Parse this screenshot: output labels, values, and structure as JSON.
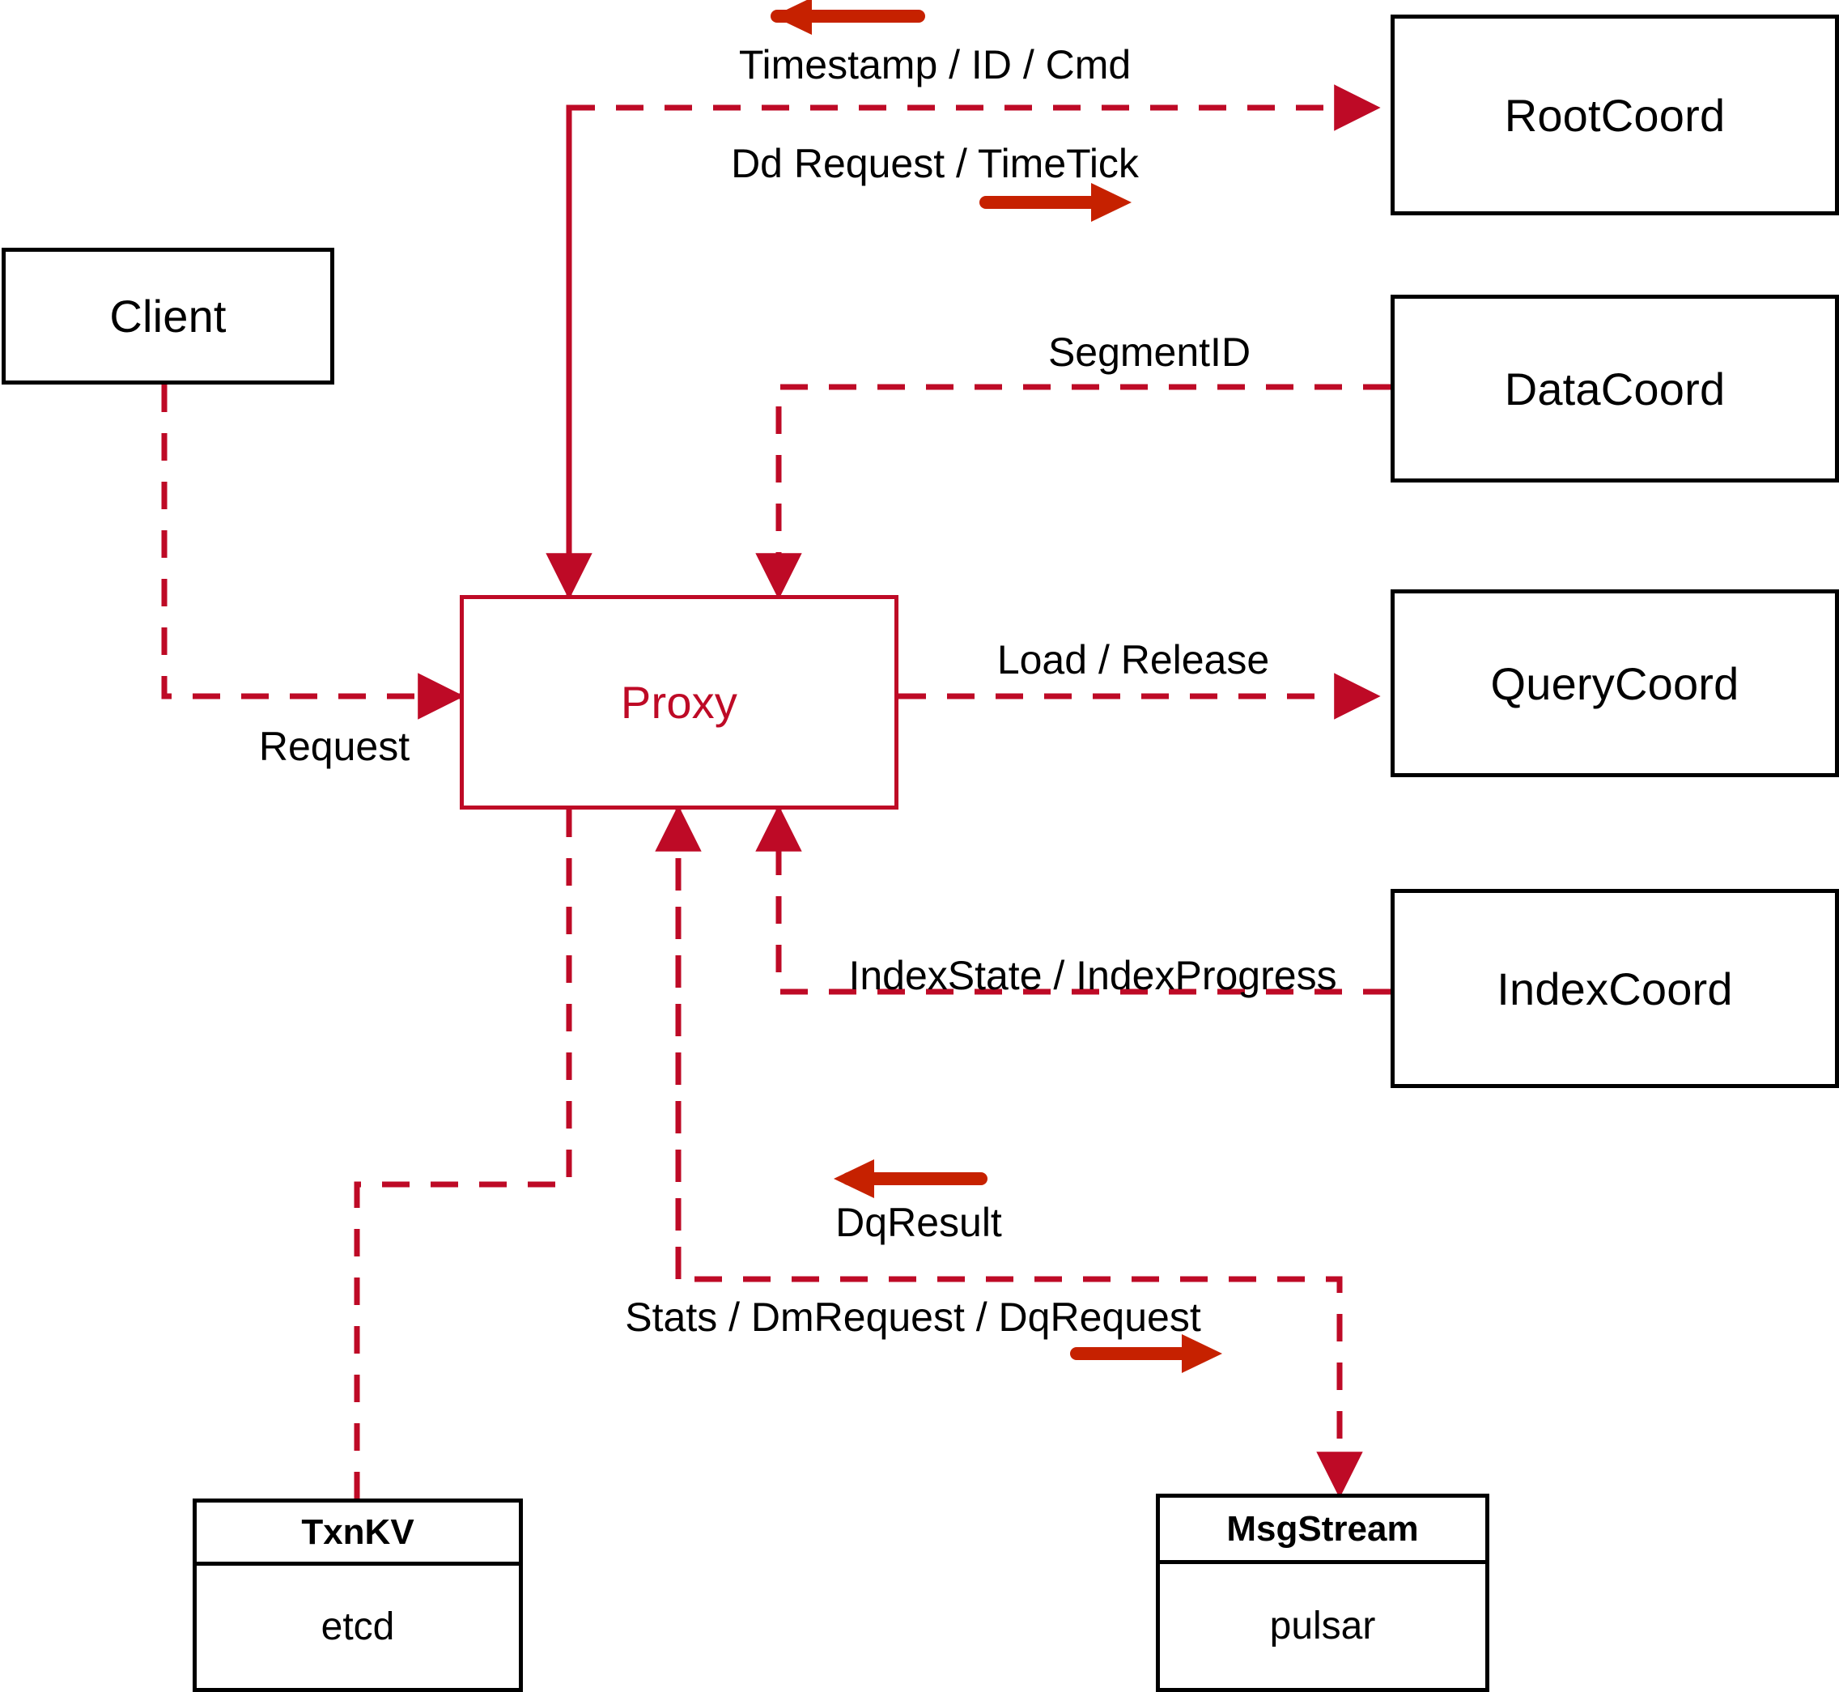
{
  "diagram": {
    "title": "Proxy architecture",
    "colors": {
      "connector_red": "#BE0A26",
      "arrow_red": "#C62100",
      "node_border": "#000000",
      "background": "#FFFFFF"
    },
    "nodes": [
      {
        "id": "client",
        "label": "Client",
        "style": "black"
      },
      {
        "id": "proxy",
        "label": "Proxy",
        "style": "red"
      },
      {
        "id": "rootcoord",
        "label": "RootCoord",
        "style": "black"
      },
      {
        "id": "datacoord",
        "label": "DataCoord",
        "style": "black"
      },
      {
        "id": "querycoord",
        "label": "QueryCoord",
        "style": "black"
      },
      {
        "id": "indexcoord",
        "label": "IndexCoord",
        "style": "black"
      }
    ],
    "stacked_nodes": [
      {
        "id": "txnkv",
        "header": "TxnKV",
        "body": "etcd"
      },
      {
        "id": "msgstream",
        "header": "MsgStream",
        "body": "pulsar"
      }
    ],
    "edge_labels": [
      {
        "id": "timestamp-id-cmd",
        "text": "Timestamp / ID / Cmd",
        "direction": "left"
      },
      {
        "id": "dd-request-timetick",
        "text": "Dd Request / TimeTick",
        "direction": "right"
      },
      {
        "id": "segmentid",
        "text": "SegmentID",
        "direction": "left"
      },
      {
        "id": "load-release",
        "text": "Load / Release",
        "direction": "right"
      },
      {
        "id": "request",
        "text": "Request",
        "direction": "right"
      },
      {
        "id": "indexstate-progress",
        "text": "IndexState / IndexProgress",
        "direction": "left"
      },
      {
        "id": "dqresult",
        "text": "DqResult",
        "direction": "left"
      },
      {
        "id": "stats-dm-dq",
        "text": "Stats / DmRequest / DqRequest",
        "direction": "right"
      }
    ]
  }
}
